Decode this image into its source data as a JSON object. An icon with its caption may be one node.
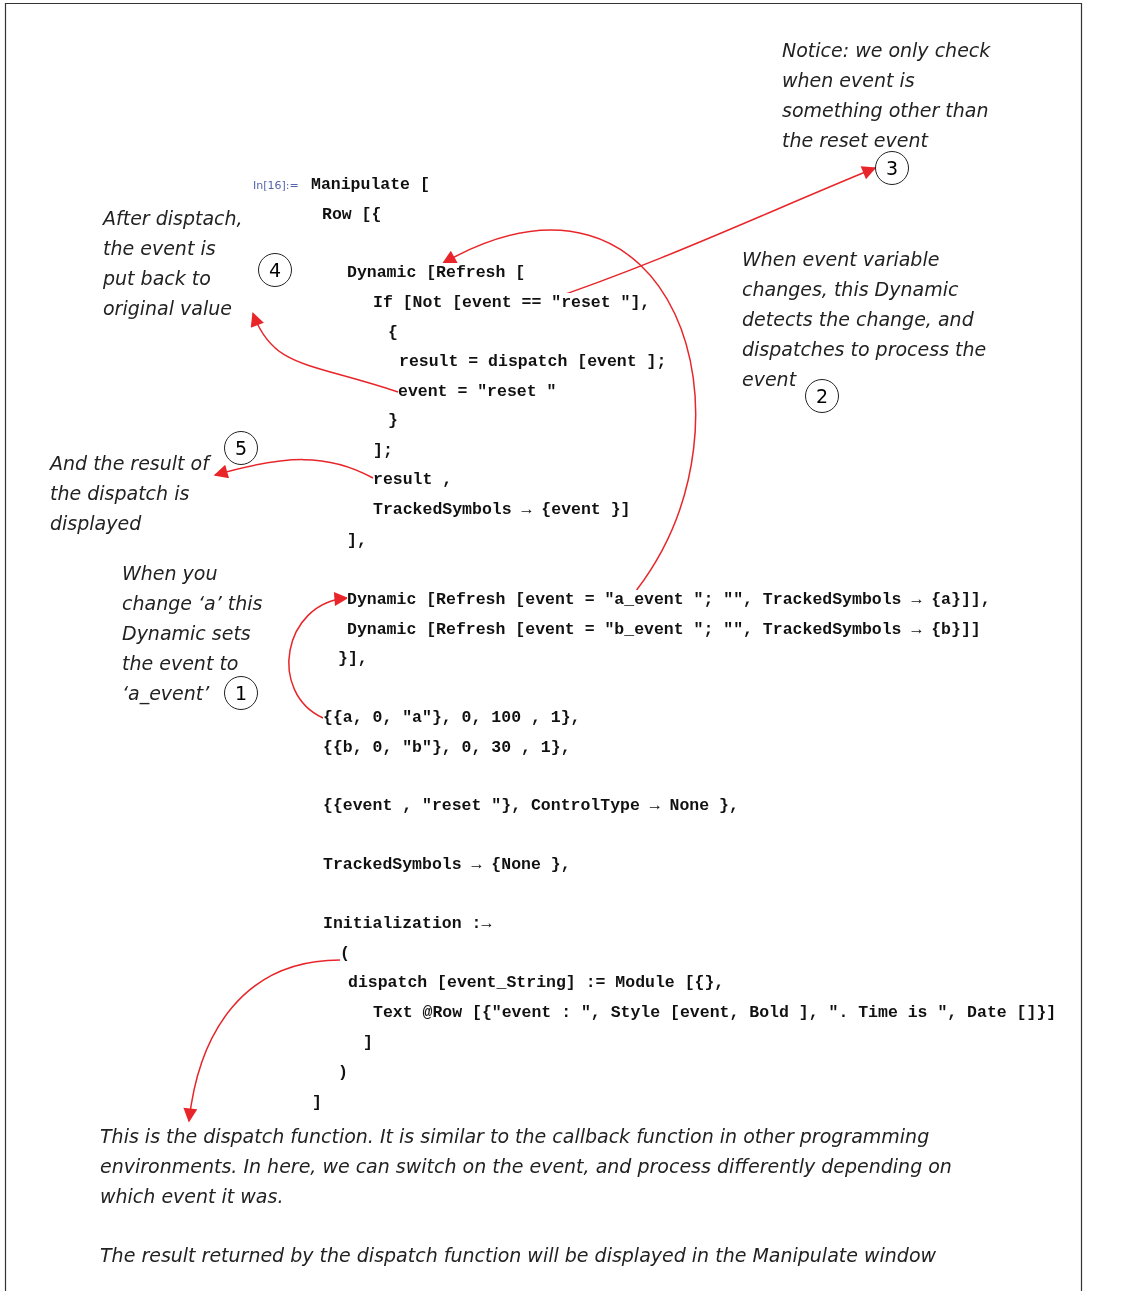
{
  "diagram": {
    "nodes": [
      {
        "text": [
          "Notice: we only check when event is something other than the reset event"
        ]
      },
      {
        "text": [
          "3"
        ]
      },
      {
        "text": [
          "Manipulate ["
        ]
      },
      {
        "text": [
          "Row [{"
        ]
      },
      {
        "text": [
          "After disptach, the event is put back to original value"
        ]
      },
      {
        "text": [
          "When event variable changes, this Dynamic detects the change, and dispatches to process the event"
        ]
      },
      {
        "text": [
          "4"
        ]
      },
      {
        "text": [
          "Dynamic [Refresh ["
        ]
      },
      {
        "text": [
          "If [Not [event == \"reset \"],"
        ]
      },
      {
        "text": [
          "{"
        ]
      },
      {
        "text": [
          "result = dispatch [event ];"
        ]
      },
      {
        "text": [
          "event = \"reset \""
        ]
      },
      {
        "text": [
          "2"
        ]
      },
      {
        "text": [
          "}"
        ]
      },
      {
        "text": [
          "];"
        ]
      },
      {
        "text": [
          "5"
        ]
      },
      {
        "text": [
          "And the result of the dispatch is displayed"
        ]
      },
      {
        "text": [
          "result ,"
        ]
      },
      {
        "text": [
          "TrackedSymbols → {event }]"
        ]
      },
      {
        "text": [
          "],"
        ]
      },
      {
        "text": [
          "When you change ‘a’ this Dynamic sets the event to ‘a_event’"
        ]
      },
      {
        "text": [
          "Dynamic [Refresh [event = \"a_event \"; \"\", TrackedSymbols → {a}]],"
        ]
      },
      {
        "text": [
          "Dynamic [Refresh [event = \"b_event \"; \"\", TrackedSymbols → {b}]]"
        ]
      },
      {
        "text": [
          "}],"
        ]
      },
      {
        "text": [
          "1"
        ]
      },
      {
        "text": [
          "{{a, 0, \"a\"}, 0, 100 , 1},"
        ]
      },
      {
        "text": [
          "{{b, 0, \"b\"}, 0, 30 , 1},"
        ]
      },
      {
        "text": [
          "{{event , \"reset \"}, ControlType → None },"
        ]
      },
      {
        "text": [
          "TrackedSymbols → {None },"
        ]
      },
      {
        "text": [
          "Initialization :→"
        ]
      },
      {
        "text": [
          "("
        ]
      },
      {
        "text": [
          "dispatch [event_String] := Module [{},"
        ]
      },
      {
        "text": [
          "Text @Row [{\"event : \", Style [event, Bold ], \". Time is \", Date []}]"
        ]
      },
      {
        "text": [
          "]"
        ]
      },
      {
        "text": [
          ")"
        ]
      },
      {
        "text": [
          "]"
        ]
      },
      {
        "text": [
          "This is the dispatch function. It is similar to the callback function in other programming environments. In here, we can switch on the event, and process differently depending on which event it was."
        ]
      },
      {
        "text": [
          "The result returned by the dispatch function will be displayed in the Manipulate window"
        ]
      }
    ],
    "edges": [
      {
        "from": 25,
        "to": 21,
        "arrow": "to"
      },
      {
        "from": 21,
        "to": 7,
        "arrow": "to"
      },
      {
        "from": 8,
        "to": 1,
        "arrow": "to"
      },
      {
        "from": 11,
        "to": 4,
        "arrow": "to"
      },
      {
        "from": 17,
        "to": 16,
        "arrow": "to"
      },
      {
        "from": 30,
        "to": 36,
        "arrow": "to"
      }
    ],
    "labels": [
      "In[16]:="
    ]
  }
}
